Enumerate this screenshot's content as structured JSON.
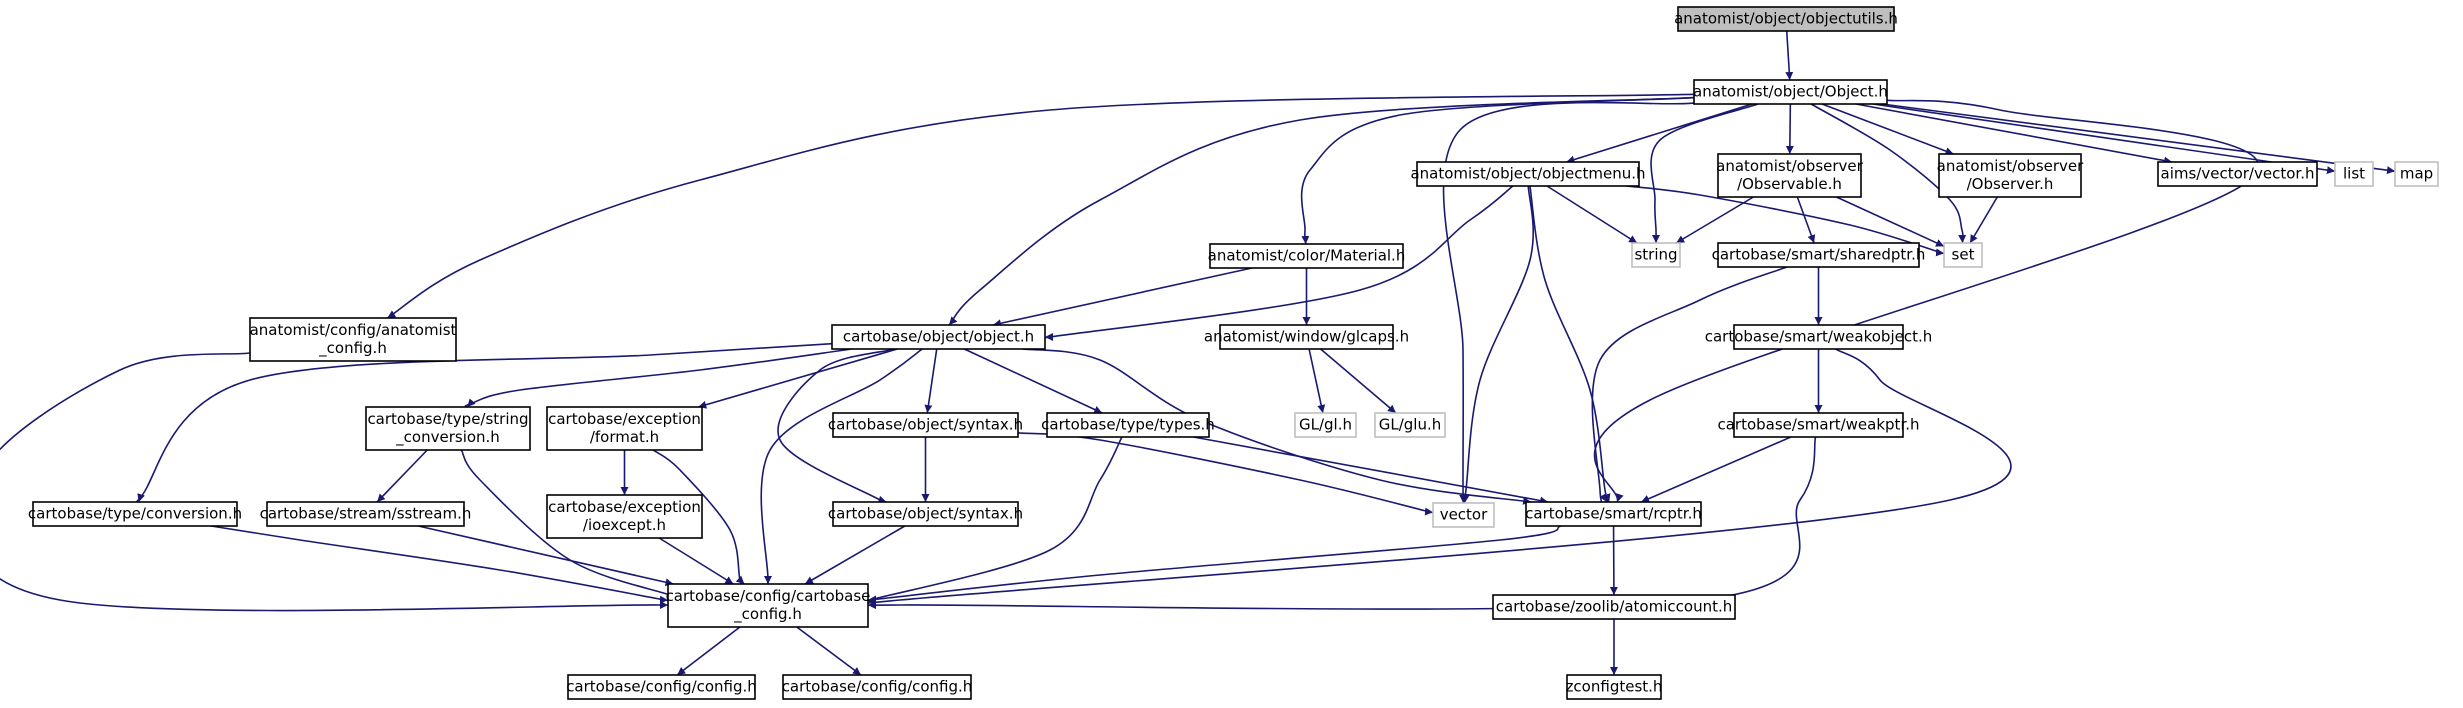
{
  "diagram": {
    "colors": {
      "edge": "#191970",
      "root_fill": "#bfbfbf",
      "node_border": "#000000",
      "external_border": "#bfbfbf"
    },
    "nodes": {
      "objectutils": {
        "label": [
          "anatomist/object/objectutils.h"
        ],
        "kind": "root"
      },
      "Object": {
        "label": [
          "anatomist/object/Object.h"
        ],
        "kind": "solid"
      },
      "anatomist_config": {
        "label": [
          "anatomist/config/anatomist",
          "_config.h"
        ],
        "kind": "solid"
      },
      "object_h": {
        "label": [
          "cartobase/object/object.h"
        ],
        "kind": "solid"
      },
      "Material": {
        "label": [
          "anatomist/color/Material.h"
        ],
        "kind": "solid"
      },
      "objectmenu": {
        "label": [
          "anatomist/object/objectmenu.h"
        ],
        "kind": "solid"
      },
      "Observable": {
        "label": [
          "anatomist/observer",
          "/Observable.h"
        ],
        "kind": "solid"
      },
      "Observer": {
        "label": [
          "anatomist/observer",
          "/Observer.h"
        ],
        "kind": "solid"
      },
      "aims_vector": {
        "label": [
          "aims/vector/vector.h"
        ],
        "kind": "solid"
      },
      "list": {
        "label": [
          "list"
        ],
        "kind": "ext"
      },
      "map": {
        "label": [
          "map"
        ],
        "kind": "ext"
      },
      "string": {
        "label": [
          "string"
        ],
        "kind": "ext"
      },
      "set": {
        "label": [
          "set"
        ],
        "kind": "ext"
      },
      "sharedptr": {
        "label": [
          "cartobase/smart/sharedptr.h"
        ],
        "kind": "solid"
      },
      "glcaps": {
        "label": [
          "anatomist/window/glcaps.h"
        ],
        "kind": "solid"
      },
      "weakobject": {
        "label": [
          "cartobase/smart/weakobject.h"
        ],
        "kind": "solid"
      },
      "gl_h": {
        "label": [
          "GL/gl.h"
        ],
        "kind": "ext"
      },
      "glu_h": {
        "label": [
          "GL/glu.h"
        ],
        "kind": "ext"
      },
      "weakptr": {
        "label": [
          "cartobase/smart/weakptr.h"
        ],
        "kind": "solid"
      },
      "string_conversion": {
        "label": [
          "cartobase/type/string",
          "_conversion.h"
        ],
        "kind": "solid"
      },
      "format": {
        "label": [
          "cartobase/exception",
          "/format.h"
        ],
        "kind": "solid"
      },
      "syntax1": {
        "label": [
          "cartobase/object/syntax.h"
        ],
        "kind": "solid"
      },
      "types": {
        "label": [
          "cartobase/type/types.h"
        ],
        "kind": "solid"
      },
      "conversion": {
        "label": [
          "cartobase/type/conversion.h"
        ],
        "kind": "solid"
      },
      "sstream": {
        "label": [
          "cartobase/stream/sstream.h"
        ],
        "kind": "solid"
      },
      "ioexcept": {
        "label": [
          "cartobase/exception",
          "/ioexcept.h"
        ],
        "kind": "solid"
      },
      "syntax2": {
        "label": [
          "cartobase/object/syntax.h"
        ],
        "kind": "solid"
      },
      "vector": {
        "label": [
          "vector"
        ],
        "kind": "ext"
      },
      "rcptr": {
        "label": [
          "cartobase/smart/rcptr.h"
        ],
        "kind": "solid"
      },
      "cartobase_config": {
        "label": [
          "cartobase/config/cartobase",
          "_config.h"
        ],
        "kind": "solid"
      },
      "config1": {
        "label": [
          "cartobase/config/config.h"
        ],
        "kind": "solid"
      },
      "config2": {
        "label": [
          "cartobase/config/config.h"
        ],
        "kind": "solid"
      },
      "atomiccount": {
        "label": [
          "cartobase/zoolib/atomiccount.h"
        ],
        "kind": "solid"
      },
      "zconfigtest": {
        "label": [
          "zconfigtest.h"
        ],
        "kind": "solid"
      }
    },
    "edges": [
      [
        "objectutils",
        "Object"
      ],
      [
        "Object",
        "anatomist_config"
      ],
      [
        "Object",
        "object_h"
      ],
      [
        "Object",
        "Material"
      ],
      [
        "Object",
        "objectmenu"
      ],
      [
        "Object",
        "Observable"
      ],
      [
        "Object",
        "Observer"
      ],
      [
        "Object",
        "aims_vector"
      ],
      [
        "Object",
        "list"
      ],
      [
        "Object",
        "map"
      ],
      [
        "Object",
        "string"
      ],
      [
        "Object",
        "set"
      ],
      [
        "Object",
        "vector"
      ],
      [
        "Object",
        "rcptr"
      ],
      [
        "objectmenu",
        "object_h"
      ],
      [
        "objectmenu",
        "string"
      ],
      [
        "objectmenu",
        "set"
      ],
      [
        "objectmenu",
        "vector"
      ],
      [
        "objectmenu",
        "rcptr"
      ],
      [
        "Observable",
        "string"
      ],
      [
        "Observable",
        "set"
      ],
      [
        "Observable",
        "sharedptr"
      ],
      [
        "Observer",
        "set"
      ],
      [
        "Material",
        "object_h"
      ],
      [
        "Material",
        "glcaps"
      ],
      [
        "glcaps",
        "gl_h"
      ],
      [
        "glcaps",
        "glu_h"
      ],
      [
        "sharedptr",
        "weakobject"
      ],
      [
        "sharedptr",
        "rcptr"
      ],
      [
        "weakobject",
        "weakptr"
      ],
      [
        "weakobject",
        "cartobase_config"
      ],
      [
        "weakptr",
        "rcptr"
      ],
      [
        "weakptr",
        "cartobase_config"
      ],
      [
        "anatomist_config",
        "cartobase_config"
      ],
      [
        "object_h",
        "string_conversion"
      ],
      [
        "object_h",
        "format"
      ],
      [
        "object_h",
        "syntax1"
      ],
      [
        "object_h",
        "types"
      ],
      [
        "object_h",
        "conversion"
      ],
      [
        "object_h",
        "syntax2"
      ],
      [
        "object_h",
        "rcptr"
      ],
      [
        "object_h",
        "cartobase_config"
      ],
      [
        "string_conversion",
        "sstream"
      ],
      [
        "string_conversion",
        "cartobase_config"
      ],
      [
        "format",
        "ioexcept"
      ],
      [
        "format",
        "cartobase_config"
      ],
      [
        "syntax1",
        "syntax2"
      ],
      [
        "syntax1",
        "vector"
      ],
      [
        "types",
        "rcptr"
      ],
      [
        "types",
        "cartobase_config"
      ],
      [
        "conversion",
        "cartobase_config"
      ],
      [
        "sstream",
        "cartobase_config"
      ],
      [
        "ioexcept",
        "cartobase_config"
      ],
      [
        "syntax2",
        "cartobase_config"
      ],
      [
        "rcptr",
        "cartobase_config"
      ],
      [
        "rcptr",
        "atomiccount"
      ],
      [
        "cartobase_config",
        "config1"
      ],
      [
        "cartobase_config",
        "config2"
      ],
      [
        "atomiccount",
        "zconfigtest"
      ]
    ]
  }
}
